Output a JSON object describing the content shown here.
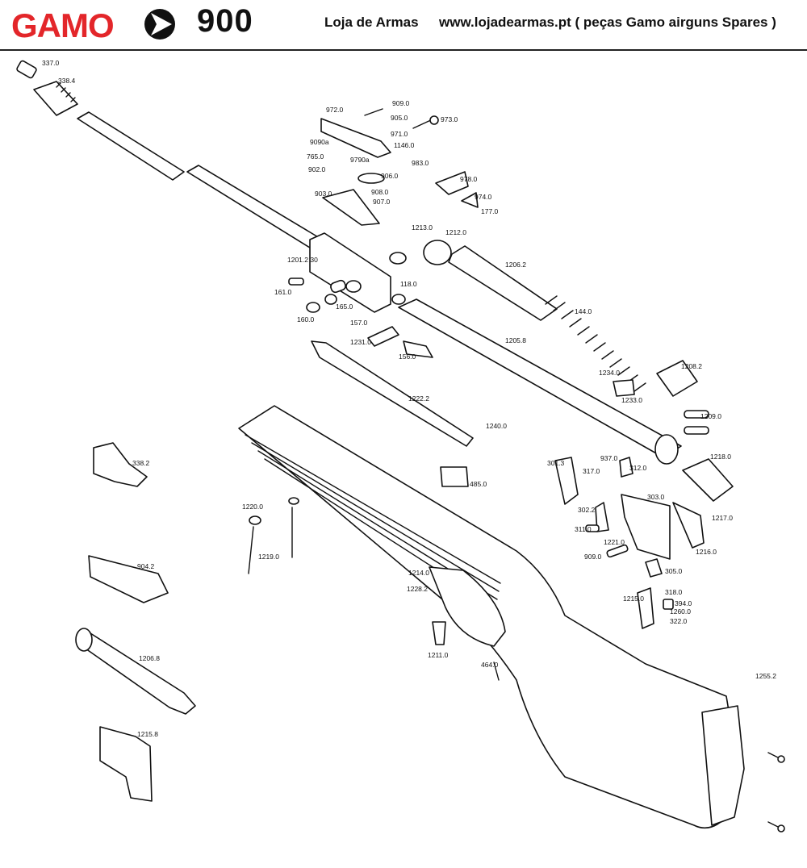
{
  "header": {
    "brand": "GAMO",
    "model": "900",
    "shop": "Loja de Armas",
    "url_line": "www.lojadearmas.pt ( peças Gamo airguns Spares )",
    "brand_color": "#e3262a"
  },
  "diagram": {
    "part_labels": [
      "337.0",
      "338.4",
      "972.0",
      "909.0",
      "905.0",
      "973.0",
      "971.0",
      "1146.0",
      "9090a",
      "765.0",
      "9790a",
      "983.0",
      "902.0",
      "906.0",
      "908.0",
      "907.0",
      "978.0",
      "903.0",
      "974.0",
      "177.0",
      "1213.0",
      "1212.0",
      "1201.2 30",
      "1206.2",
      "161.0",
      "118.0",
      "165.0",
      "144.0",
      "160.0",
      "157.0",
      "1231.0",
      "156.0",
      "1205.8",
      "1208.2",
      "1234.0",
      "1233.0",
      "1222.2",
      "1209.0",
      "338.2",
      "1240.0",
      "937.0",
      "1218.0",
      "301.3",
      "317.0",
      "312.0",
      "485.0",
      "1220.0",
      "303.0",
      "302.2",
      "1217.0",
      "311.0",
      "1219.0",
      "1221.0",
      "1216.0",
      "904.2",
      "909.0",
      "305.0",
      "1214.0",
      "1228.2",
      "318.0",
      "1215.0",
      "394.0",
      "1260.0",
      "322.0",
      "1206.8",
      "1211.0",
      "464.0",
      "1255.2",
      "1215.8"
    ]
  }
}
